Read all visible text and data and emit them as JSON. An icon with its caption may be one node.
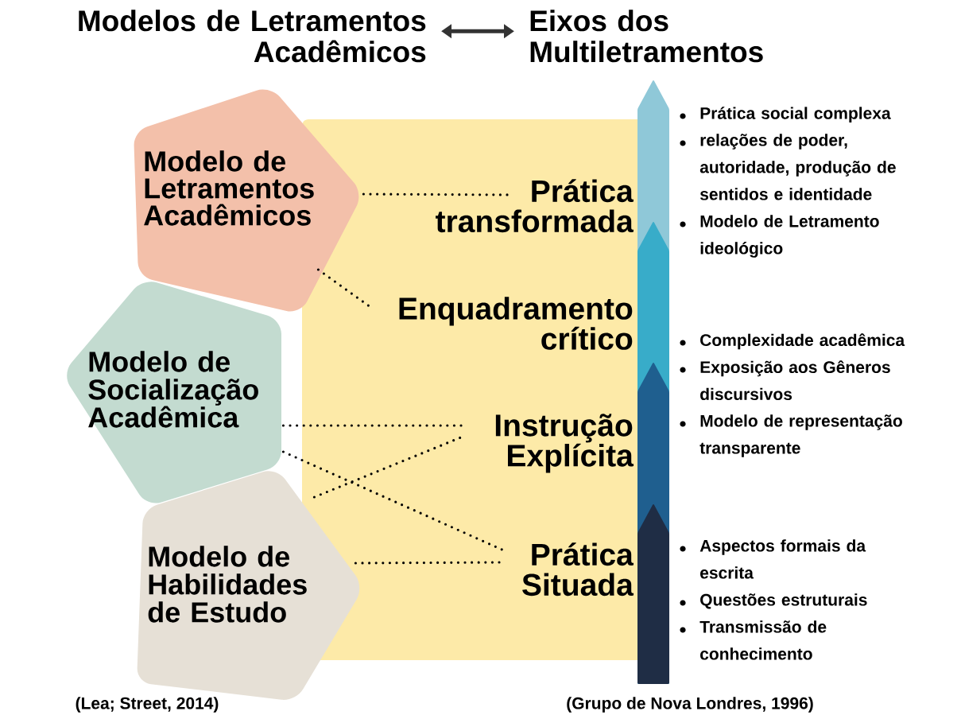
{
  "diagram": {
    "nodes": [
      {
        "text": [
          "Modelos de Letramentos Acadêmicos"
        ]
      },
      {
        "text": [
          "Eixos dos Multiletramentos"
        ]
      },
      {
        "text": [
          "Modelo de Letramentos Acadêmicos"
        ]
      },
      {
        "text": [
          "Modelo de Socialização Acadêmica"
        ]
      },
      {
        "text": [
          "Modelo de Habilidades de Estudo"
        ]
      },
      {
        "text": [
          "Prática transformada"
        ]
      },
      {
        "text": [
          "Enquadramento crítico"
        ]
      },
      {
        "text": [
          "Instrução Explícita"
        ]
      },
      {
        "text": [
          "Prática Situada"
        ]
      }
    ],
    "edges": [
      {
        "from": 0,
        "to": 1,
        "arrow": "both"
      },
      {
        "from": 2,
        "to": 5,
        "arrow": "none",
        "style": "dashed"
      },
      {
        "from": 2,
        "to": 6,
        "arrow": "none",
        "style": "dashed"
      },
      {
        "from": 3,
        "to": 7,
        "arrow": "none",
        "style": "dashed"
      },
      {
        "from": 3,
        "to": 8,
        "arrow": "none",
        "style": "dashed"
      },
      {
        "from": 4,
        "to": 7,
        "arrow": "none",
        "style": "dashed"
      },
      {
        "from": 4,
        "to": 8,
        "arrow": "none",
        "style": "dashed"
      }
    ],
    "labels": [
      "Prática social complexa",
      "relações de poder, autoridade, produção de sentidos e identidade",
      "Modelo de Letramento ideológico",
      "Complexidade acadêmica",
      "Exposição aos Gêneros discursivos",
      "Modelo de representação transparente",
      "Aspectos formais da escrita",
      "Questões estruturais",
      "Transmissão de conhecimento",
      "(Lea; Street, 2014)",
      "(Grupo de Nova Londres, 1996)"
    ]
  }
}
